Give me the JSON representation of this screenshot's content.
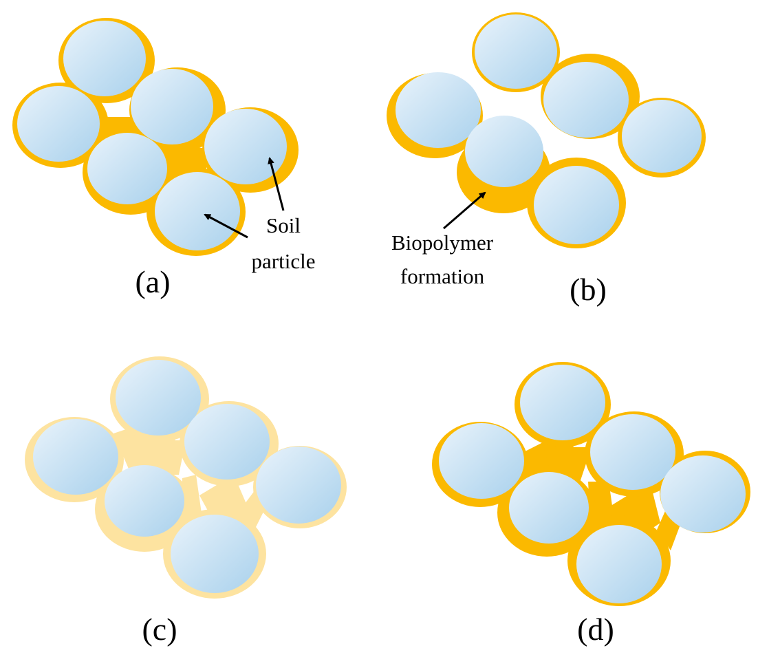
{
  "colors": {
    "particle_light": "#e9f3fb",
    "particle_dark": "#a9d1ec",
    "biopolymer_full": "#fbb900",
    "biopolymer_faded": "#fde3a0",
    "text": "#000000"
  },
  "panels": [
    {
      "id": "a",
      "label": "(a)",
      "biopolymer_shade": "full",
      "bridges": false
    },
    {
      "id": "b",
      "label": "(b)",
      "biopolymer_shade": "full",
      "bridges": false
    },
    {
      "id": "c",
      "label": "(c)",
      "biopolymer_shade": "faded",
      "bridges": true
    },
    {
      "id": "d",
      "label": "(d)",
      "biopolymer_shade": "full",
      "bridges": true
    }
  ],
  "annotations": {
    "soil_particle": {
      "line1": "Soil",
      "line2": "particle"
    },
    "biopolymer_formation": {
      "line1": "Biopolymer",
      "line2": "formation"
    }
  }
}
